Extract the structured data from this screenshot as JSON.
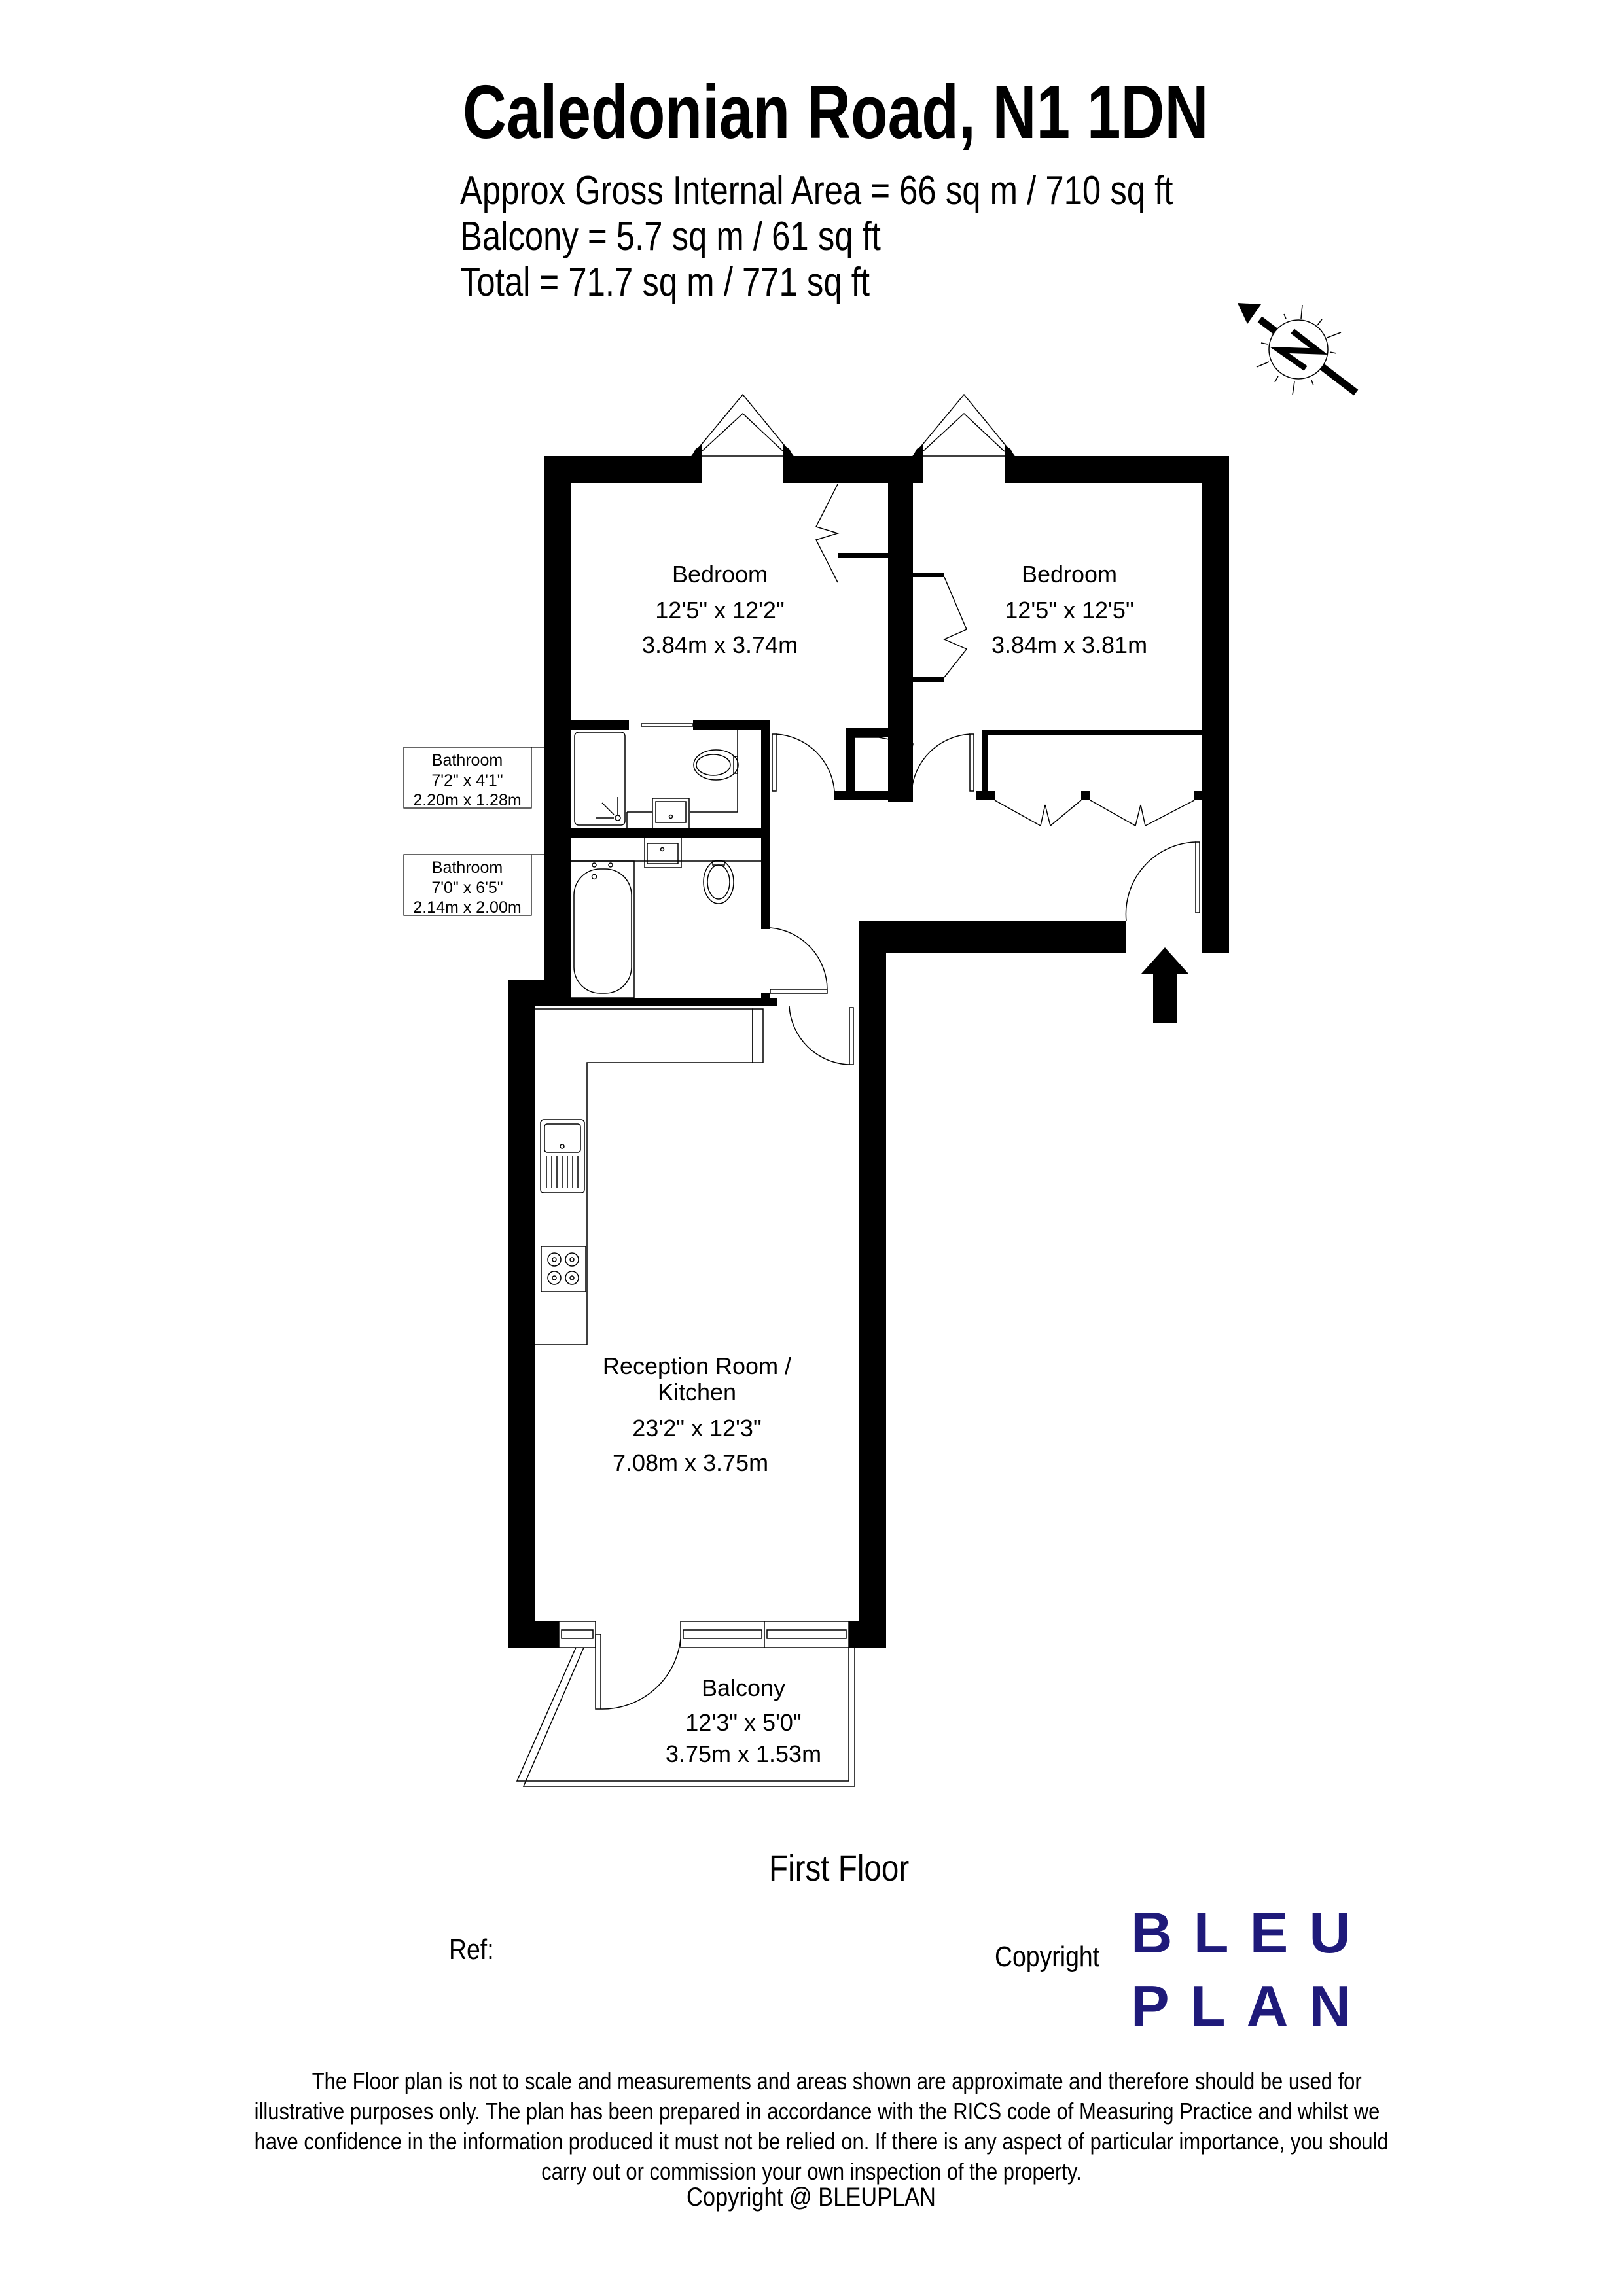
{
  "header": {
    "title": "Caledonian Road, N1 1DN",
    "areas": [
      "Approx Gross Internal Area = 66 sq m / 710 sq ft",
      "Balcony = 5.7 sq m / 61 sq ft",
      "Total = 71.7 sq m / 771 sq ft"
    ]
  },
  "compass": {
    "icon": "north-arrow-icon",
    "letter": "N"
  },
  "rooms": {
    "bedroom1": {
      "name": "Bedroom",
      "imperial": "12'5\" x 12'2\"",
      "metric": "3.84m x 3.74m"
    },
    "bedroom2": {
      "name": "Bedroom",
      "imperial": "12'5\" x 12'5\"",
      "metric": "3.84m x 3.81m"
    },
    "bathroom1": {
      "name": "Bathroom",
      "imperial": "7'2\" x 4'1\"",
      "metric": "2.20m x 1.28m"
    },
    "bathroom2": {
      "name": "Bathroom",
      "imperial": "7'0\" x 6'5\"",
      "metric": "2.14m x 2.00m"
    },
    "reception": {
      "name_line1": "Reception Room /",
      "name_line2": "Kitchen",
      "imperial": "23'2\" x 12'3\"",
      "metric": "7.08m x 3.75m"
    },
    "balcony": {
      "name": "Balcony",
      "imperial": "12'3\" x 5'0\"",
      "metric": "3.75m x 1.53m"
    }
  },
  "entrance": {
    "icon": "entrance-arrow-icon"
  },
  "footer": {
    "floor_name": "First Floor",
    "ref_label": "Ref:",
    "copyright_label": "Copyright",
    "logo": {
      "row1": [
        "B",
        "L",
        "E",
        "U"
      ],
      "row2": [
        "P",
        "L",
        "A",
        "N"
      ],
      "color": "#1f1a7a"
    },
    "disclaimer_lines": [
      "The Floor plan is not to scale and measurements and areas shown are approximate and therefore should be used for",
      "illustrative purposes only. The plan has been prepared in accordance with the RICS code of Measuring Practice and whilst we",
      "have confidence in the information produced it must not be relied on. If there is any aspect of particular importance, you should",
      "carry out or commission your own inspection of the property."
    ],
    "copyright_line": "Copyright @ BLEUPLAN"
  }
}
